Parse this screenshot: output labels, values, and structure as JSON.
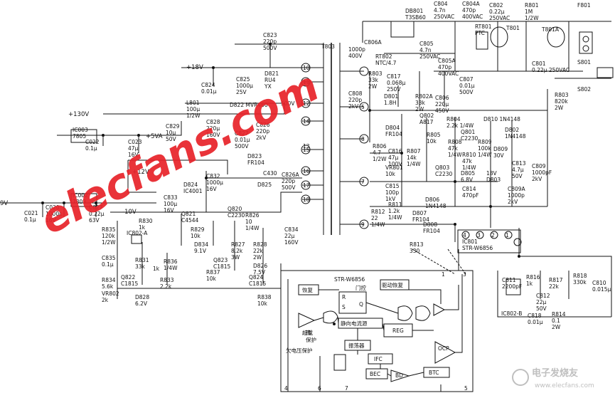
{
  "watermark": {
    "text": "elecfans.com",
    "color": "#e8242b"
  },
  "brand": {
    "cn": "电子发烧友",
    "url": "www.elecfans.com"
  },
  "rails": [
    {
      "id": "r18",
      "text": "+18V"
    },
    {
      "id": "r130",
      "text": "+130V"
    },
    {
      "id": "r5",
      "text": "+5VA"
    },
    {
      "id": "r12",
      "text": "+12V"
    },
    {
      "id": "r9",
      "text": "9V"
    },
    {
      "id": "r10",
      "text": "-10V"
    }
  ],
  "components": [
    {
      "id": "db801",
      "lines": [
        "DB801",
        "T3SB60"
      ]
    },
    {
      "id": "c804",
      "lines": [
        "C804",
        "4.7n",
        "250VAC"
      ]
    },
    {
      "id": "c804a",
      "lines": [
        "C804A",
        "470p",
        "400VAC"
      ]
    },
    {
      "id": "c802",
      "lines": [
        "C802",
        "0.22μ",
        "250VAC"
      ]
    },
    {
      "id": "r801",
      "lines": [
        "R801",
        "1M",
        "1/2W"
      ]
    },
    {
      "id": "f801",
      "lines": [
        "F801"
      ]
    },
    {
      "id": "rt801",
      "lines": [
        "RT801",
        "PTC"
      ]
    },
    {
      "id": "t801",
      "lines": [
        "T801"
      ]
    },
    {
      "id": "t801a",
      "lines": [
        "T801A"
      ]
    },
    {
      "id": "c806a",
      "lines": [
        "C806A"
      ]
    },
    {
      "id": "c805",
      "lines": [
        "C805",
        "4.7n",
        "250VAC"
      ]
    },
    {
      "id": "rt802",
      "lines": [
        "RT802",
        "NTC/4.7"
      ]
    },
    {
      "id": "c805a",
      "lines": [
        "C805A",
        "470p",
        "400VAC"
      ]
    },
    {
      "id": "c801",
      "lines": [
        "C801",
        "0.22μ 250VAC"
      ]
    },
    {
      "id": "s801",
      "lines": [
        "S801"
      ]
    },
    {
      "id": "s802",
      "lines": [
        "S802"
      ]
    },
    {
      "id": "c823",
      "lines": [
        "C823",
        "220p",
        "500V"
      ]
    },
    {
      "id": "t803",
      "lines": [
        "T803"
      ]
    },
    {
      "id": "c806",
      "lines": [
        "1000p",
        "400V"
      ]
    },
    {
      "id": "r803a",
      "lines": [
        "R803",
        "33k",
        "2W"
      ]
    },
    {
      "id": "c817",
      "lines": [
        "C817",
        "0.068μ",
        "250V"
      ]
    },
    {
      "id": "c808",
      "lines": [
        "C808",
        "220p",
        "2kV"
      ]
    },
    {
      "id": "d801",
      "lines": [
        "D801",
        "1.8H"
      ]
    },
    {
      "id": "r802a",
      "lines": [
        "R802A",
        "33k",
        "2W"
      ]
    },
    {
      "id": "c806b",
      "lines": [
        "C806",
        "220μ",
        "450V"
      ]
    },
    {
      "id": "c807",
      "lines": [
        "C807",
        "0.01μ",
        "500V"
      ]
    },
    {
      "id": "r803",
      "lines": [
        "R803",
        "820k",
        "2W"
      ]
    },
    {
      "id": "c824",
      "lines": [
        "C824",
        "0.01μ"
      ]
    },
    {
      "id": "c825",
      "lines": [
        "C825",
        "1000μ",
        "25V"
      ]
    },
    {
      "id": "d821",
      "lines": [
        "D821",
        "RU4",
        "YX"
      ]
    },
    {
      "id": "d822",
      "lines": [
        "D822 MVR460"
      ]
    },
    {
      "id": "v500",
      "lines": [
        "500V"
      ]
    },
    {
      "id": "l801",
      "lines": [
        "L801",
        "100μ",
        "1/2W"
      ]
    },
    {
      "id": "c828",
      "lines": [
        "C828",
        "220μ",
        "160V"
      ]
    },
    {
      "id": "c829",
      "lines": [
        "C829",
        "10μ",
        "50V"
      ]
    },
    {
      "id": "c827",
      "lines": [
        "C827",
        "0.01μ",
        "500V"
      ]
    },
    {
      "id": "c826",
      "lines": [
        "C826",
        "220p",
        "2kV"
      ]
    },
    {
      "id": "ic003",
      "lines": [
        "IC003",
        "7805"
      ]
    },
    {
      "id": "c022",
      "lines": [
        "C022",
        "0.1μ"
      ]
    },
    {
      "id": "c023",
      "lines": [
        "C023",
        "47μ",
        "16V"
      ]
    },
    {
      "id": "d823",
      "lines": [
        "D823",
        "FR104"
      ]
    },
    {
      "id": "q802",
      "lines": [
        "Q802",
        "A817"
      ]
    },
    {
      "id": "r804",
      "lines": [
        "R804",
        "2.2k 1/4W"
      ]
    },
    {
      "id": "d810",
      "lines": [
        "D810 1N4148"
      ]
    },
    {
      "id": "q801",
      "lines": [
        "Q801",
        "C2230"
      ]
    },
    {
      "id": "d802",
      "lines": [
        "D802",
        "1N4148"
      ]
    },
    {
      "id": "d804",
      "lines": [
        "D804",
        "FR104"
      ]
    },
    {
      "id": "r805",
      "lines": [
        "R805",
        "10k"
      ]
    },
    {
      "id": "r808",
      "lines": [
        "R808",
        "47k",
        "1/4W"
      ]
    },
    {
      "id": "r809",
      "lines": [
        "R809",
        "100k",
        "1/4W"
      ]
    },
    {
      "id": "r806",
      "lines": [
        "R806",
        "4.7",
        "1/2W"
      ]
    },
    {
      "id": "c816",
      "lines": [
        "C816",
        "47μ",
        "100V"
      ]
    },
    {
      "id": "r807",
      "lines": [
        "R807",
        "14k",
        "1/4W"
      ]
    },
    {
      "id": "vr801",
      "lines": [
        "VR801",
        "10k"
      ]
    },
    {
      "id": "q803",
      "lines": [
        "Q803",
        "C2230"
      ]
    },
    {
      "id": "r810",
      "lines": [
        "R810",
        "47k",
        "1/4W"
      ]
    },
    {
      "id": "d809",
      "lines": [
        "D809",
        "30V"
      ]
    },
    {
      "id": "c813",
      "lines": [
        "C813",
        "4.7μ",
        "50V"
      ]
    },
    {
      "id": "c809",
      "lines": [
        "C809",
        "1000pF",
        "2kV"
      ]
    },
    {
      "id": "d805",
      "lines": [
        "D805",
        "6.8V"
      ]
    },
    {
      "id": "d803",
      "lines": [
        "18V",
        "D803"
      ]
    },
    {
      "id": "c814",
      "lines": [
        "C814",
        "470pF"
      ]
    },
    {
      "id": "c809a",
      "lines": [
        "C809A",
        "1000p",
        "2kV"
      ]
    },
    {
      "id": "c815",
      "lines": [
        "C815",
        "100p",
        "1kV"
      ]
    },
    {
      "id": "r811",
      "lines": [
        "R811",
        "1.2k",
        "1/4W"
      ]
    },
    {
      "id": "d806",
      "lines": [
        "D806",
        "1N4148"
      ]
    },
    {
      "id": "r812",
      "lines": [
        "R812",
        "22",
        "1/4W"
      ]
    },
    {
      "id": "d807",
      "lines": [
        "D807",
        "FR104"
      ]
    },
    {
      "id": "d808",
      "lines": [
        "D808",
        "FR104"
      ]
    },
    {
      "id": "r813",
      "lines": [
        "R813",
        "330"
      ]
    },
    {
      "id": "ic801",
      "lines": [
        "IC801",
        "STR-W6856"
      ]
    },
    {
      "id": "c832",
      "lines": [
        "C832",
        "1000μ",
        "16V"
      ]
    },
    {
      "id": "c430",
      "lines": [
        "C430"
      ]
    },
    {
      "id": "c826a",
      "lines": [
        "C826A",
        "220p",
        "500V"
      ]
    },
    {
      "id": "d825",
      "lines": [
        "D825"
      ]
    },
    {
      "id": "d824",
      "lines": [
        "D824",
        "IC4001"
      ]
    },
    {
      "id": "c833",
      "lines": [
        "C833",
        "100μ",
        "16V"
      ]
    },
    {
      "id": "ic002",
      "lines": [
        "IC002",
        "7809"
      ]
    },
    {
      "id": "c021",
      "lines": [
        "C021",
        "0.1μ"
      ]
    },
    {
      "id": "c020",
      "lines": [
        "C020",
        "1000μ",
        "16V"
      ]
    },
    {
      "id": "c027",
      "lines": [
        "C027",
        "0.22μ",
        "63V"
      ]
    },
    {
      "id": "r835",
      "lines": [
        "R835",
        "120k",
        "1/2W"
      ]
    },
    {
      "id": "r830",
      "lines": [
        "R830",
        "1k"
      ]
    },
    {
      "id": "ic802a",
      "lines": [
        "IC802-A"
      ]
    },
    {
      "id": "q821",
      "lines": [
        "Q821",
        "C4544"
      ]
    },
    {
      "id": "r829",
      "lines": [
        "R829",
        "10k"
      ]
    },
    {
      "id": "d834",
      "lines": [
        "D834",
        "9.1V"
      ]
    },
    {
      "id": "q820",
      "lines": [
        "Q820",
        "C2230"
      ]
    },
    {
      "id": "r826",
      "lines": [
        "R826",
        "10",
        "1/4W"
      ]
    },
    {
      "id": "r827",
      "lines": [
        "R827",
        "8.2k",
        "3W"
      ]
    },
    {
      "id": "r828",
      "lines": [
        "R828",
        "22k",
        "2W"
      ]
    },
    {
      "id": "c834",
      "lines": [
        "C834",
        "22μ",
        "160V"
      ]
    },
    {
      "id": "q823",
      "lines": [
        "Q823",
        "C1815"
      ]
    },
    {
      "id": "d826",
      "lines": [
        "D826",
        "7.5V"
      ]
    },
    {
      "id": "c835",
      "lines": [
        "C835",
        "0.1μ"
      ]
    },
    {
      "id": "r831",
      "lines": [
        "R831",
        "33k"
      ]
    },
    {
      "id": "r836",
      "lines": [
        "R836",
        "1/4W"
      ]
    },
    {
      "id": "r1k",
      "lines": [
        "1k"
      ]
    },
    {
      "id": "r837",
      "lines": [
        "R837",
        "10k"
      ]
    },
    {
      "id": "q824",
      "lines": [
        "Q824",
        "C1815"
      ]
    },
    {
      "id": "r838",
      "lines": [
        "R838",
        "10k"
      ]
    },
    {
      "id": "r834",
      "lines": [
        "R834",
        "5.6k"
      ]
    },
    {
      "id": "q822",
      "lines": [
        "Q822",
        "C1815"
      ]
    },
    {
      "id": "vr802",
      "lines": [
        "VR802",
        "2k"
      ]
    },
    {
      "id": "r833",
      "lines": [
        "R833",
        "2.2k"
      ]
    },
    {
      "id": "d828",
      "lines": [
        "D828",
        "6.2V"
      ]
    },
    {
      "id": "c811",
      "lines": [
        "C811",
        "2200pF"
      ]
    },
    {
      "id": "r816",
      "lines": [
        "R816",
        "1k"
      ]
    },
    {
      "id": "r817",
      "lines": [
        "R817",
        "22k"
      ]
    },
    {
      "id": "r818",
      "lines": [
        "R818",
        "330k"
      ]
    },
    {
      "id": "c810",
      "lines": [
        "C810",
        "0.015μ"
      ]
    },
    {
      "id": "c812",
      "lines": [
        "C812",
        "22μ",
        "50V"
      ]
    },
    {
      "id": "ic802b",
      "lines": [
        "IC802-B"
      ]
    },
    {
      "id": "c818",
      "lines": [
        "C818",
        "0.01μ"
      ]
    },
    {
      "id": "r814",
      "lines": [
        "R814",
        "0.1",
        "2W"
      ]
    }
  ],
  "pins": [
    "10",
    "11",
    "12",
    "14",
    "15",
    "16",
    "17",
    "18",
    "13",
    "5",
    "8",
    "7",
    "9",
    "4",
    "3",
    "2",
    "1"
  ],
  "block": {
    "title": "STR-W6856",
    "sub": "门控",
    "recover": "恢复",
    "drive": "驱动恢复",
    "thermal": "热",
    "overload": "超载",
    "protect": "保护",
    "static": "静向电流源",
    "reg": "REG",
    "osc": "振荡器",
    "ifc": "IFC",
    "uvp": "欠电压保护",
    "ocp": "OCP",
    "bec": "BEC",
    "bd": "BD",
    "btc": "BTC",
    "q": "Q",
    "r": "R",
    "s": "S",
    "pin_labels": [
      "1",
      "3",
      "4",
      "6",
      "7",
      "5"
    ]
  }
}
